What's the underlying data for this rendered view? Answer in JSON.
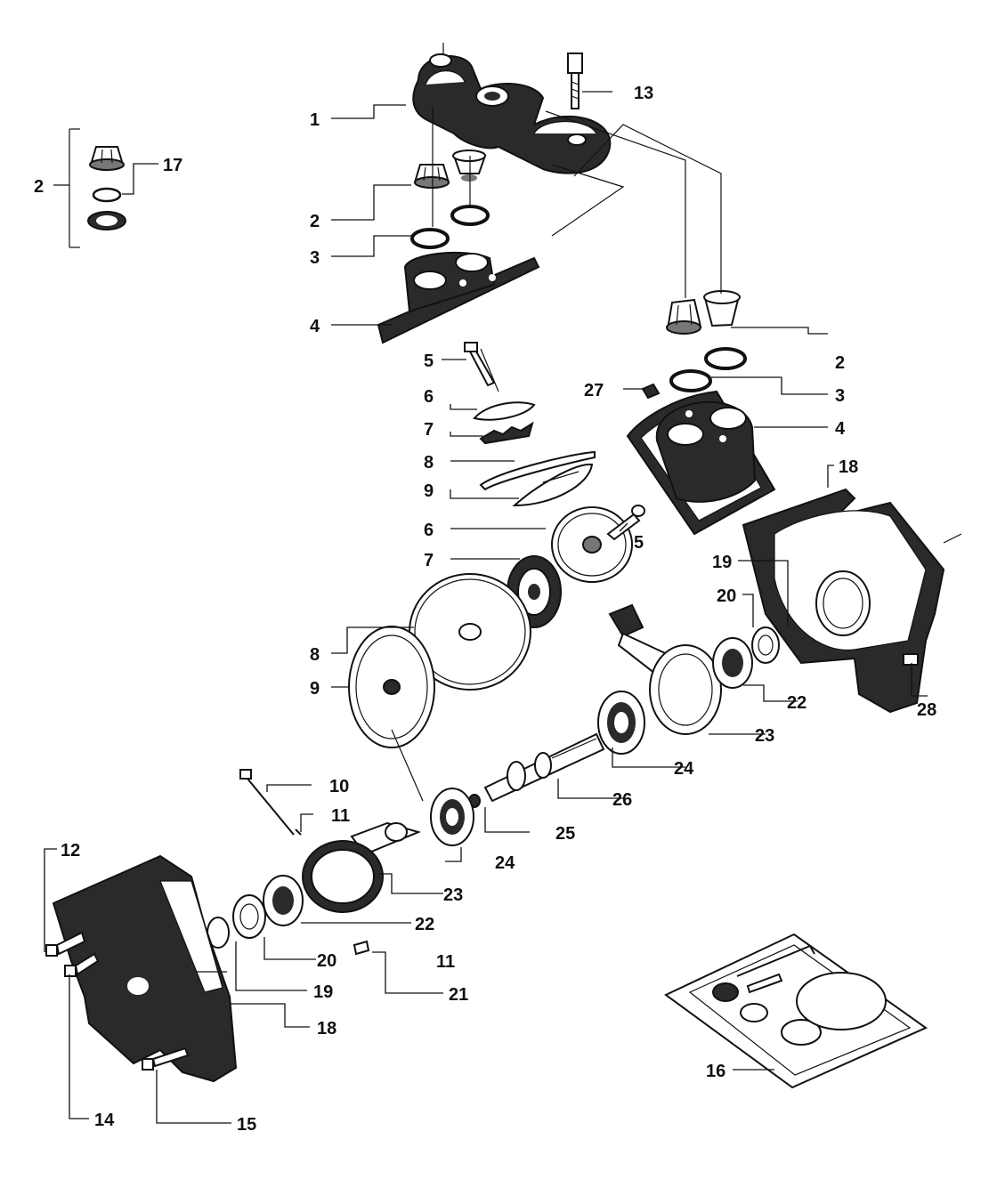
{
  "callouts": [
    {
      "id": "c1",
      "text": "1"
    },
    {
      "id": "c2a",
      "text": "2"
    },
    {
      "id": "c2b",
      "text": "2"
    },
    {
      "id": "c2c",
      "text": "2"
    },
    {
      "id": "c3a",
      "text": "3"
    },
    {
      "id": "c3b",
      "text": "3"
    },
    {
      "id": "c4a",
      "text": "4"
    },
    {
      "id": "c4b",
      "text": "4"
    },
    {
      "id": "c5a",
      "text": "5"
    },
    {
      "id": "c5b",
      "text": "5"
    },
    {
      "id": "c6a",
      "text": "6"
    },
    {
      "id": "c6b",
      "text": "6"
    },
    {
      "id": "c7a",
      "text": "7"
    },
    {
      "id": "c7b",
      "text": "7"
    },
    {
      "id": "c8a",
      "text": "8"
    },
    {
      "id": "c8b",
      "text": "8"
    },
    {
      "id": "c9a",
      "text": "9"
    },
    {
      "id": "c9b",
      "text": "9"
    },
    {
      "id": "c10",
      "text": "10"
    },
    {
      "id": "c11a",
      "text": "11"
    },
    {
      "id": "c11b",
      "text": "11"
    },
    {
      "id": "c12",
      "text": "12"
    },
    {
      "id": "c13",
      "text": "13"
    },
    {
      "id": "c14",
      "text": "14"
    },
    {
      "id": "c15",
      "text": "15"
    },
    {
      "id": "c16",
      "text": "16"
    },
    {
      "id": "c17",
      "text": "17"
    },
    {
      "id": "c18a",
      "text": "18"
    },
    {
      "id": "c18b",
      "text": "18"
    },
    {
      "id": "c19a",
      "text": "19"
    },
    {
      "id": "c19b",
      "text": "19"
    },
    {
      "id": "c20a",
      "text": "20"
    },
    {
      "id": "c20b",
      "text": "20"
    },
    {
      "id": "c21",
      "text": "21"
    },
    {
      "id": "c22a",
      "text": "22"
    },
    {
      "id": "c22b",
      "text": "22"
    },
    {
      "id": "c23a",
      "text": "23"
    },
    {
      "id": "c23b",
      "text": "23"
    },
    {
      "id": "c24a",
      "text": "24"
    },
    {
      "id": "c24b",
      "text": "24"
    },
    {
      "id": "c25",
      "text": "25"
    },
    {
      "id": "c26",
      "text": "26"
    },
    {
      "id": "c27",
      "text": "27"
    },
    {
      "id": "c28",
      "text": "28"
    }
  ]
}
